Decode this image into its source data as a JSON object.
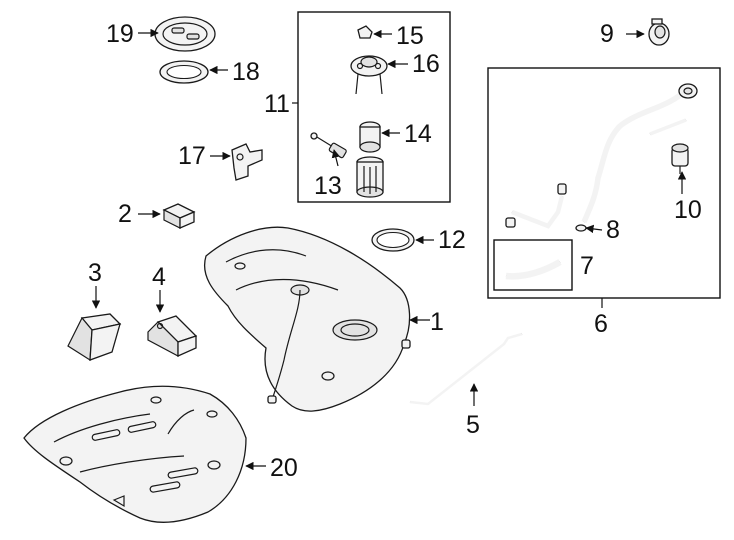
{
  "diagram": {
    "callouts": {
      "c1": "1",
      "c2": "2",
      "c3": "3",
      "c4": "4",
      "c5": "5",
      "c6": "6",
      "c7": "7",
      "c8": "8",
      "c9": "9",
      "c10": "10",
      "c11": "11",
      "c12": "12",
      "c13": "13",
      "c14": "14",
      "c15": "15",
      "c16": "16",
      "c17": "17",
      "c18": "18",
      "c19": "19",
      "c20": "20"
    },
    "colors": {
      "line": "#1a1a1a",
      "part_fill": "#f3f3f3",
      "shade_fill": "#e2e2e2",
      "background": "#ffffff"
    }
  }
}
